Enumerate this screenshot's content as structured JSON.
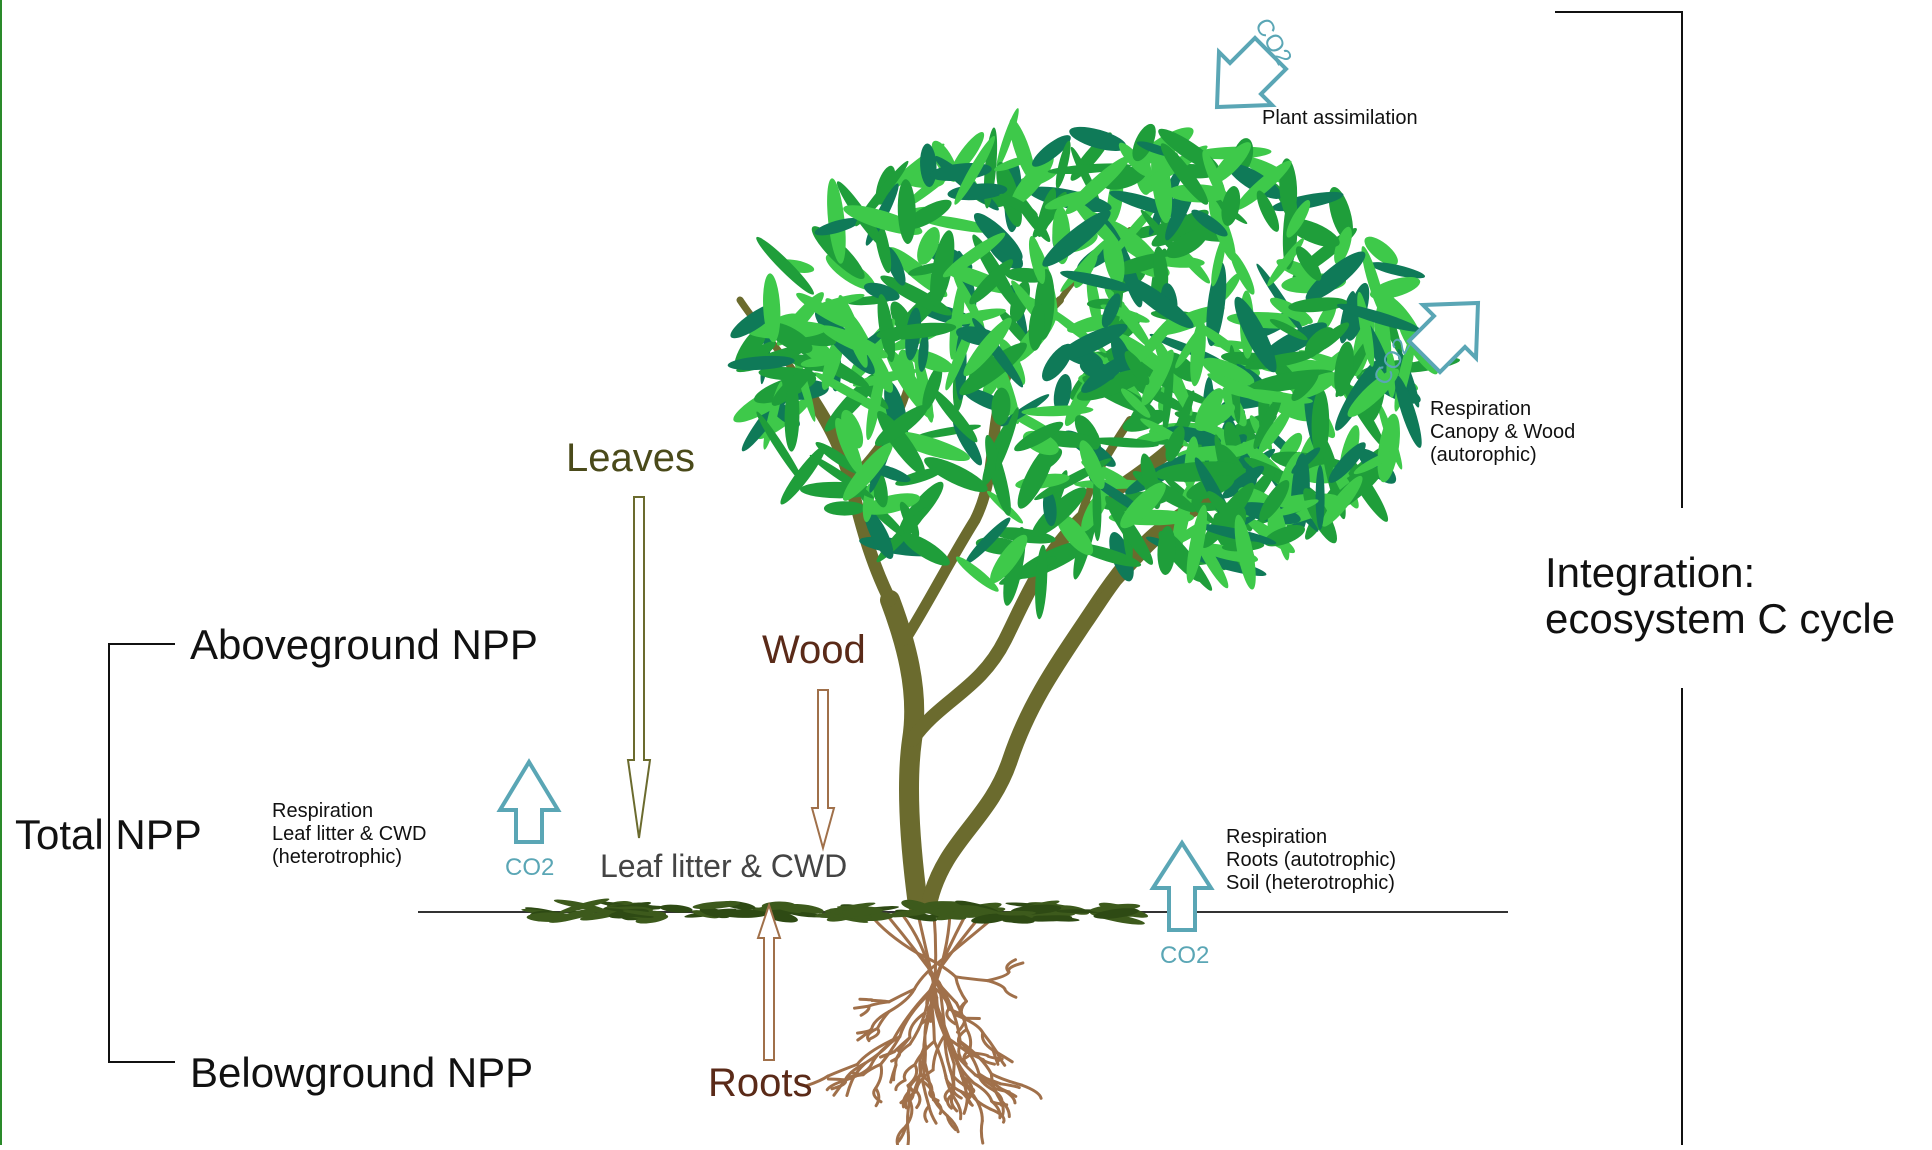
{
  "labels": {
    "total_npp": "Total NPP",
    "aboveground_npp": "Aboveground NPP",
    "belowground_npp": "Belowground NPP",
    "integration_line1": "Integration:",
    "integration_line2": "ecosystem C cycle",
    "leaves": "Leaves",
    "wood": "Wood",
    "roots": "Roots",
    "leaf_litter": "Leaf litter & CWD",
    "plant_assimilation": "Plant assimilation",
    "resp_canopy": "Respiration\nCanopy & Wood\n(autorophic)",
    "resp_litter": "Respiration\nLeaf litter & CWD\n(heterotrophic)",
    "resp_roots": "Respiration\nRoots (autotrophic)\nSoil (heterotrophic)",
    "co2": "CO2"
  },
  "colors": {
    "leaf_light": "#3ec94a",
    "leaf_mid": "#1f9e3a",
    "leaf_dark": "#0f7a58",
    "trunk": "#6b6b2e",
    "root": "#a0704a",
    "arrow_co2": "#5aa6b5",
    "arrow_leaves": "#6b6b2e",
    "arrow_wood": "#a0704a",
    "label_wood": "#5a2a18",
    "label_roots": "#5a2a18",
    "label_leaves": "#4a4a1a",
    "bracket": "#111111"
  },
  "icons": [
    "co2-arrow-icon",
    "tree-icon",
    "roots-icon"
  ]
}
